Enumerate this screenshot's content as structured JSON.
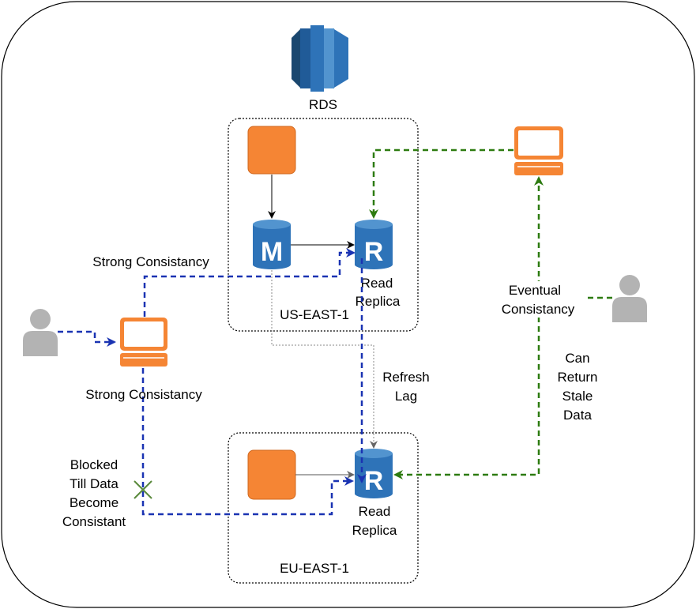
{
  "labels": {
    "rds": "RDS",
    "us_region": "US-EAST-1",
    "eu_region": "EU-EAST-1",
    "us_replica_line1": "Read",
    "us_replica_line2": "Replica",
    "eu_replica_line1": "Read",
    "eu_replica_line2": "Replica",
    "strong_top": "Strong Consistancy",
    "strong_bottom": "Strong Consistancy",
    "eventual_line1": "Eventual",
    "eventual_line2": "Consistancy",
    "refresh_line1": "Refresh",
    "refresh_line2": "Lag",
    "stale_line1": "Can",
    "stale_line2": "Return",
    "stale_line3": "Stale",
    "stale_line4": "Data",
    "blocked_line1": "Blocked",
    "blocked_line2": "Till Data",
    "blocked_line3": "Become",
    "blocked_line4": "Consistant",
    "master_letter": "M",
    "replica_letter": "R",
    "eu_replica_letter": "R"
  },
  "colors": {
    "aws_orange": "#f58534",
    "db_blue": "#2e73b8",
    "db_top": "#5294cf",
    "blue_dash": "#1a33b2",
    "green_dash": "#2d7b10",
    "user_gray": "#b3b3b3"
  },
  "icons": {
    "rds": "rds-icon",
    "instance": "ec2-instance-icon",
    "database": "database-icon",
    "client": "desktop-client-icon",
    "user": "user-icon"
  }
}
